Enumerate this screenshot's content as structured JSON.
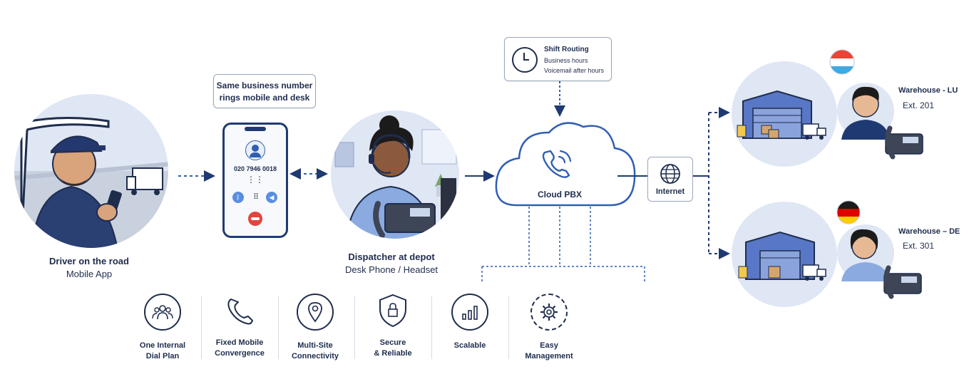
{
  "callouts": {
    "same_number": [
      "Same business number",
      "rings mobile and desk"
    ],
    "shift_routing": {
      "title": "Shift Routing",
      "line1": "Business hours",
      "line2": "Voicemail after hours"
    }
  },
  "phone": {
    "number": "020 7946 0018",
    "keypad_icon": "keypad-icon"
  },
  "driver": {
    "title": "Driver on the road",
    "subtitle": "Mobile App"
  },
  "dispatcher": {
    "title": "Dispatcher at depot",
    "subtitle": "Desk Phone / Headset"
  },
  "cloud": {
    "label": "Cloud PBX",
    "icon": "phone-wave-icon"
  },
  "internet": {
    "label": "Internet",
    "icon": "globe-icon"
  },
  "warehouses": [
    {
      "name": "Warehouse - LU",
      "ext": "Ext. 201",
      "flag": "luxembourg-flag"
    },
    {
      "name": "Warehouse – DE",
      "ext": "Ext. 301",
      "flag": "germany-flag"
    }
  ],
  "features": [
    {
      "label1": "One Internal",
      "label2": "Dial Plan",
      "icon": "people-group-icon"
    },
    {
      "label1": "Fixed Mobile",
      "label2": "Convergence",
      "icon": "phone-handset-icon"
    },
    {
      "label1": "Multi-Site",
      "label2": "Connectivity",
      "icon": "location-pin-icon"
    },
    {
      "label1": "Secure",
      "label2": "& Reliable",
      "icon": "shield-lock-icon"
    },
    {
      "label1": "Scalable",
      "label2": "",
      "icon": "bar-chart-icon"
    },
    {
      "label1": "Easy",
      "label2": "Management",
      "icon": "gear-icon"
    }
  ],
  "colors": {
    "navy": "#1f2d4d",
    "accent_blue": "#2f5fb3",
    "circle_bg": "#dfe6f4",
    "warehouse_blue": "#5877c6",
    "red": "#e0463d"
  }
}
